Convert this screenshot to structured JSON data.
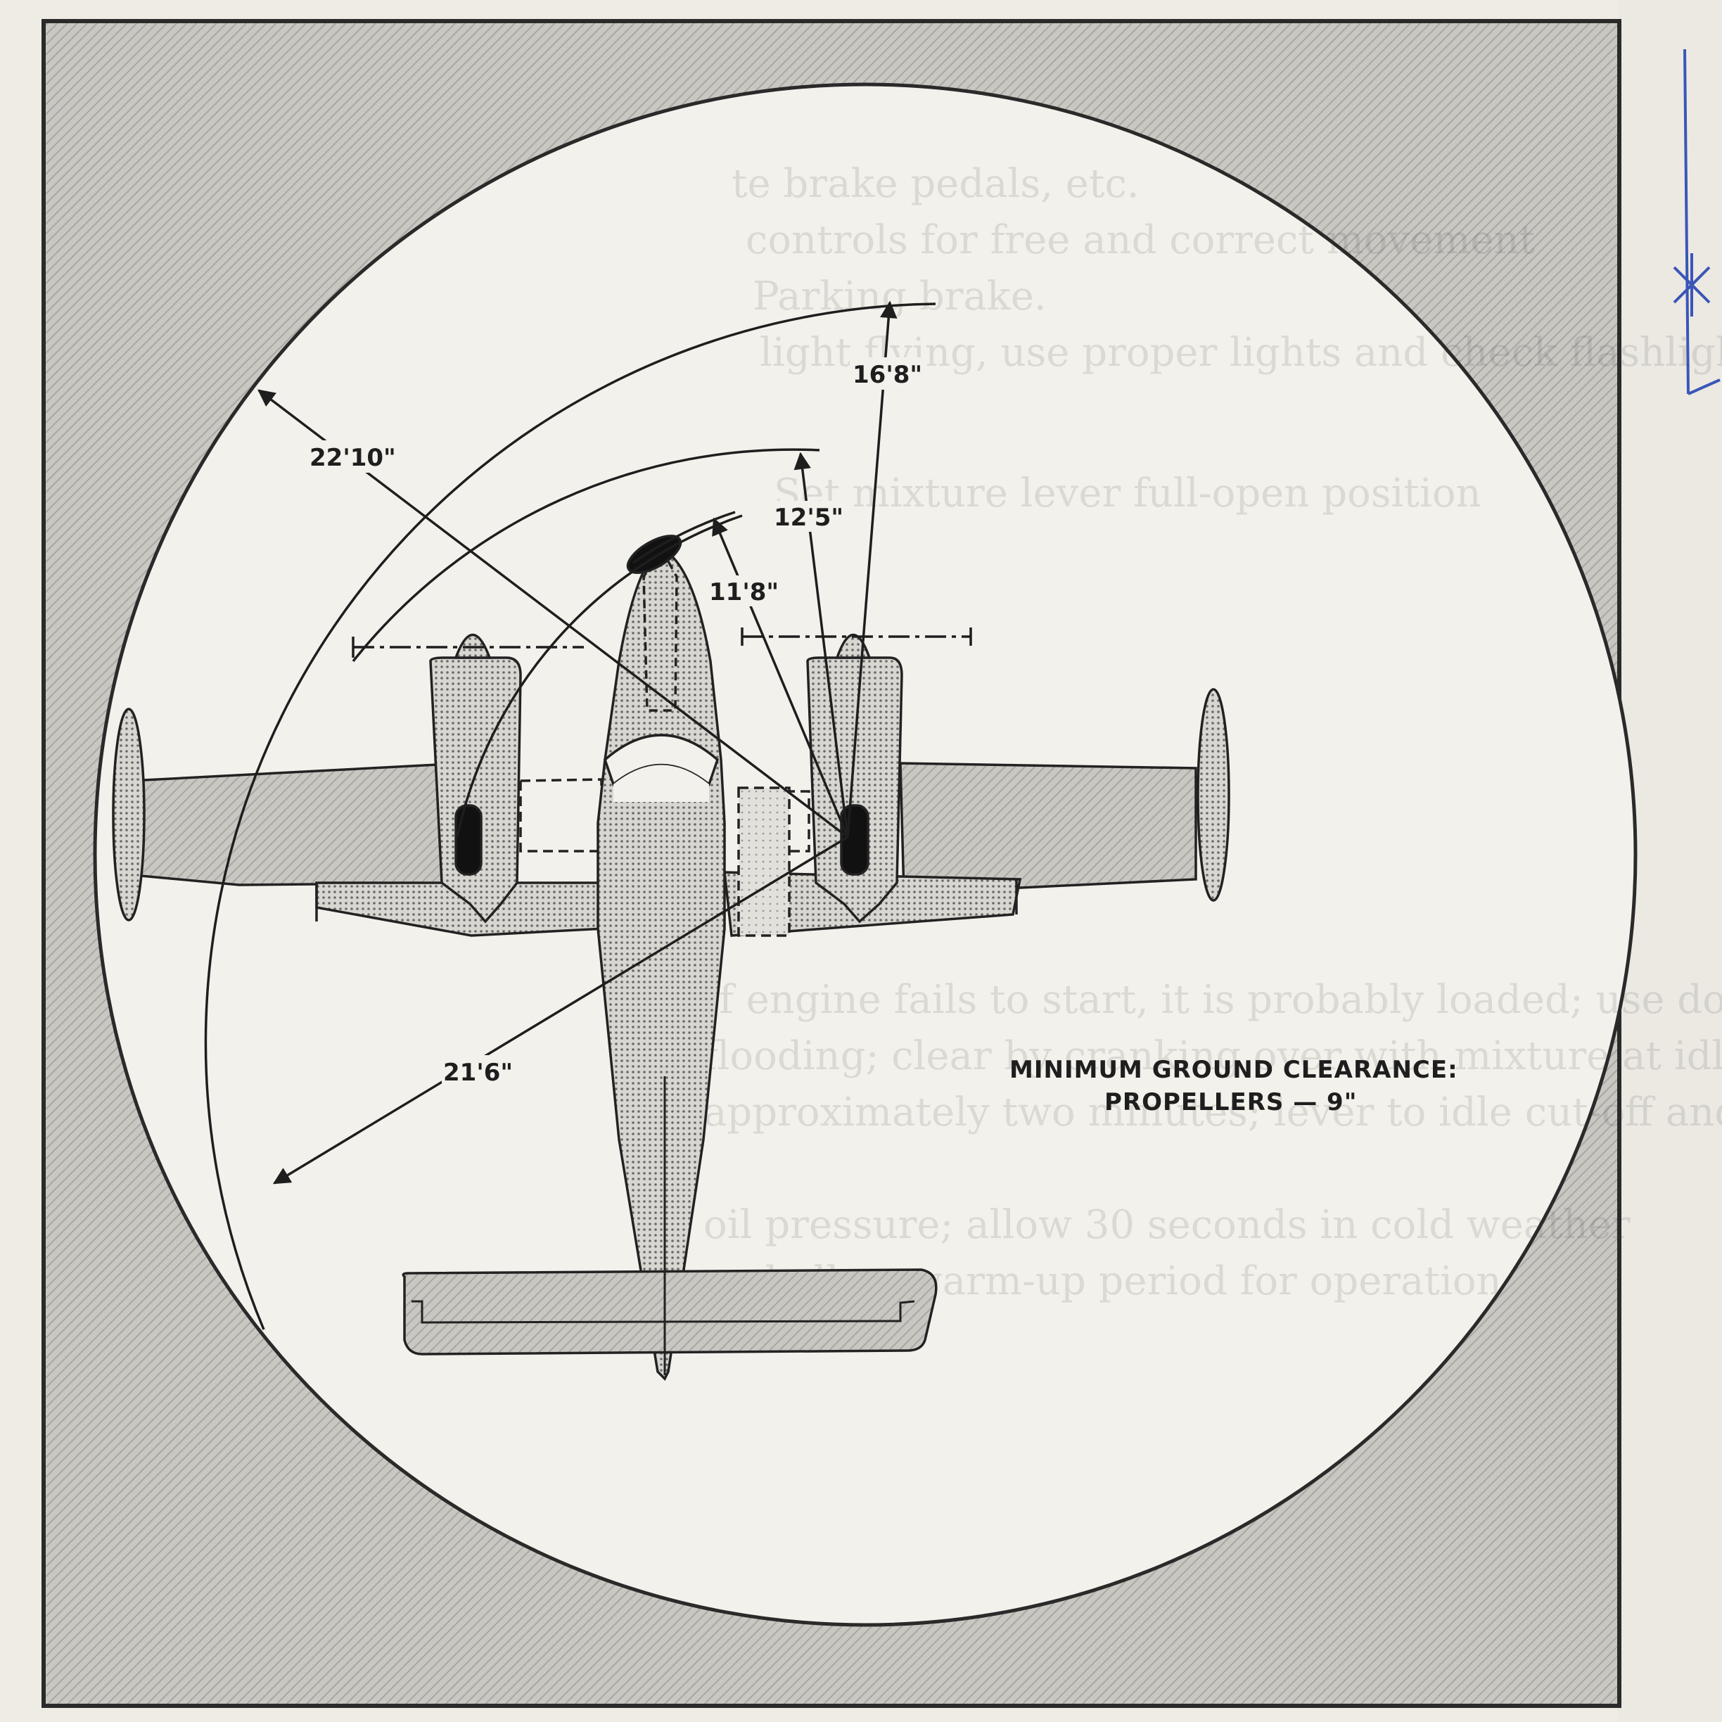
{
  "figure": {
    "caption_line1": "MINIMUM GROUND CLEARANCE:",
    "caption_line2": "PROPELLERS — 9\""
  },
  "dimensions": {
    "wingtip_radius": "22'10\"",
    "nose_radius": "16'8\"",
    "right_prop_radius": "12'5\"",
    "left_prop_radius": "11'8\"",
    "tail_radius": "21'6\""
  }
}
